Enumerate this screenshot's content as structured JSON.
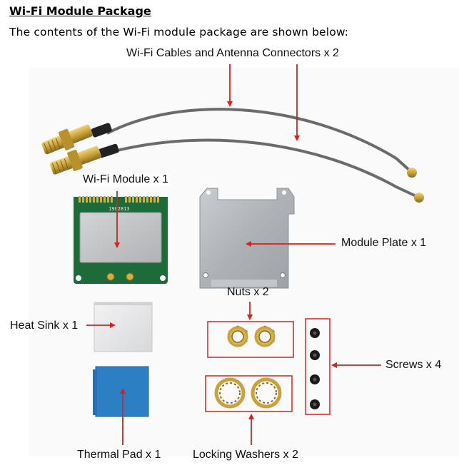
{
  "heading": "Wi-Fi Module Package",
  "intro": "The contents of the Wi-Fi module package are shown below:",
  "labels": {
    "cables": "Wi-Fi Cables and Antenna Connectors x 2",
    "module": "Wi-Fi Module x 1",
    "module_plate": "Module Plate x 1",
    "nuts": "Nuts x 2",
    "heat_sink": "Heat Sink x 1",
    "screws": "Screws x 4",
    "thermal_pad": "Thermal Pad x 1",
    "locking_washers": "Locking Washers x 2"
  },
  "module_chip_text": "1902813",
  "colors": {
    "callout": "#d9201f",
    "pcb": "#1e6b3a",
    "shield": "#b8babd",
    "gold": "#c9a23c",
    "cable": "#6b6b6b",
    "plate": "#aeb2b6",
    "heat_sink": "#e9e9ea",
    "thermal_pad": "#2d7fc4"
  }
}
